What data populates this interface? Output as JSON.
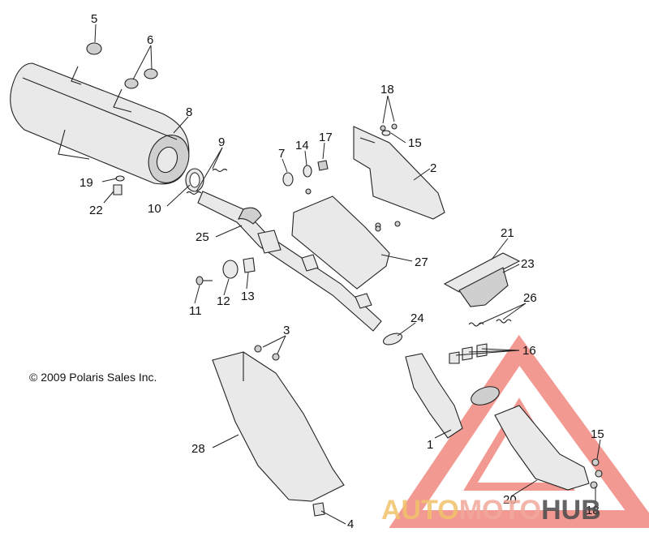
{
  "copyright": "© 2009 Polaris Sales Inc.",
  "watermark": {
    "word_a": "AUTO",
    "word_b": "MOTO",
    "word_c": "HUB",
    "color_a": "#f2c36b",
    "color_b": "#f2a89c",
    "color_c": "#4a4a4a",
    "triangle_color": "#e8463a"
  },
  "callouts": [
    {
      "id": "5",
      "text": "5"
    },
    {
      "id": "6",
      "text": "6"
    },
    {
      "id": "8",
      "text": "8"
    },
    {
      "id": "9",
      "text": "9"
    },
    {
      "id": "7",
      "text": "7"
    },
    {
      "id": "14",
      "text": "14"
    },
    {
      "id": "17",
      "text": "17"
    },
    {
      "id": "18a",
      "text": "18"
    },
    {
      "id": "15a",
      "text": "15"
    },
    {
      "id": "2",
      "text": "2"
    },
    {
      "id": "19",
      "text": "19"
    },
    {
      "id": "22",
      "text": "22"
    },
    {
      "id": "10",
      "text": "10"
    },
    {
      "id": "25",
      "text": "25"
    },
    {
      "id": "27",
      "text": "27"
    },
    {
      "id": "21",
      "text": "21"
    },
    {
      "id": "23",
      "text": "23"
    },
    {
      "id": "26",
      "text": "26"
    },
    {
      "id": "11",
      "text": "11"
    },
    {
      "id": "12",
      "text": "12"
    },
    {
      "id": "13",
      "text": "13"
    },
    {
      "id": "24",
      "text": "24"
    },
    {
      "id": "3",
      "text": "3"
    },
    {
      "id": "16",
      "text": "16"
    },
    {
      "id": "1",
      "text": "1"
    },
    {
      "id": "28",
      "text": "28"
    },
    {
      "id": "15b",
      "text": "15"
    },
    {
      "id": "20",
      "text": "20"
    },
    {
      "id": "18b",
      "text": "18"
    },
    {
      "id": "4",
      "text": "4"
    }
  ]
}
